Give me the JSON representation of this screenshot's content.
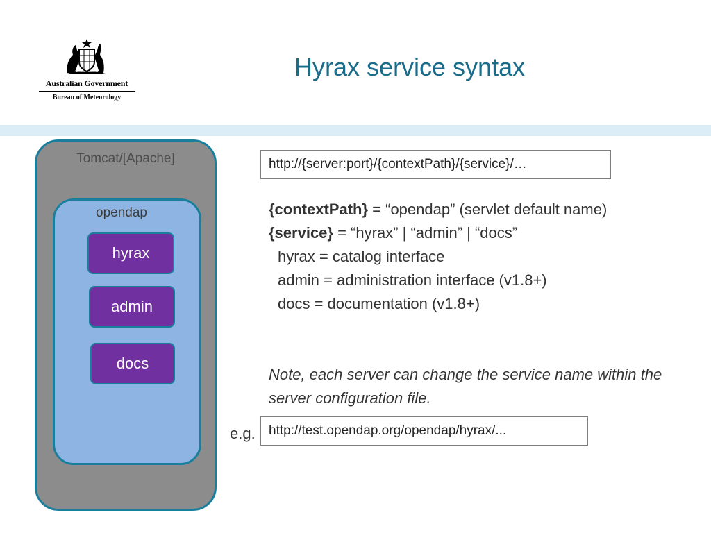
{
  "header": {
    "logo_line1": "Australian Government",
    "logo_line2": "Bureau of Meteorology",
    "title": "Hyrax service syntax"
  },
  "diagram": {
    "tomcat_label": "Tomcat/[Apache]",
    "opendap_label": "opendap",
    "services": [
      "hyrax",
      "admin",
      "docs"
    ]
  },
  "content": {
    "url_template": "http://{server:port}/{contextPath}/{service}/…",
    "def1_key": "{contextPath}",
    "def1_val": " = “opendap” (servlet default name)",
    "def2_key": "{service}",
    "def2_val": " = “hyrax” | “admin” | “docs”",
    "sub1": "hyrax = catalog interface",
    "sub2": "admin = administration interface (v1.8+)",
    "sub3": "docs = documentation (v1.8+)",
    "note": "Note, each server can change the service name within the server configuration file.",
    "eg_label": "e.g.",
    "example_url": "http://test.opendap.org/opendap/hyrax/..."
  },
  "colors": {
    "title": "#1a6c8b",
    "band": "#dbeef8",
    "tomcat_fill": "#8c8c8c",
    "opendap_fill": "#8db4e2",
    "service_fill": "#7030a0",
    "border": "#1a7f9d"
  }
}
